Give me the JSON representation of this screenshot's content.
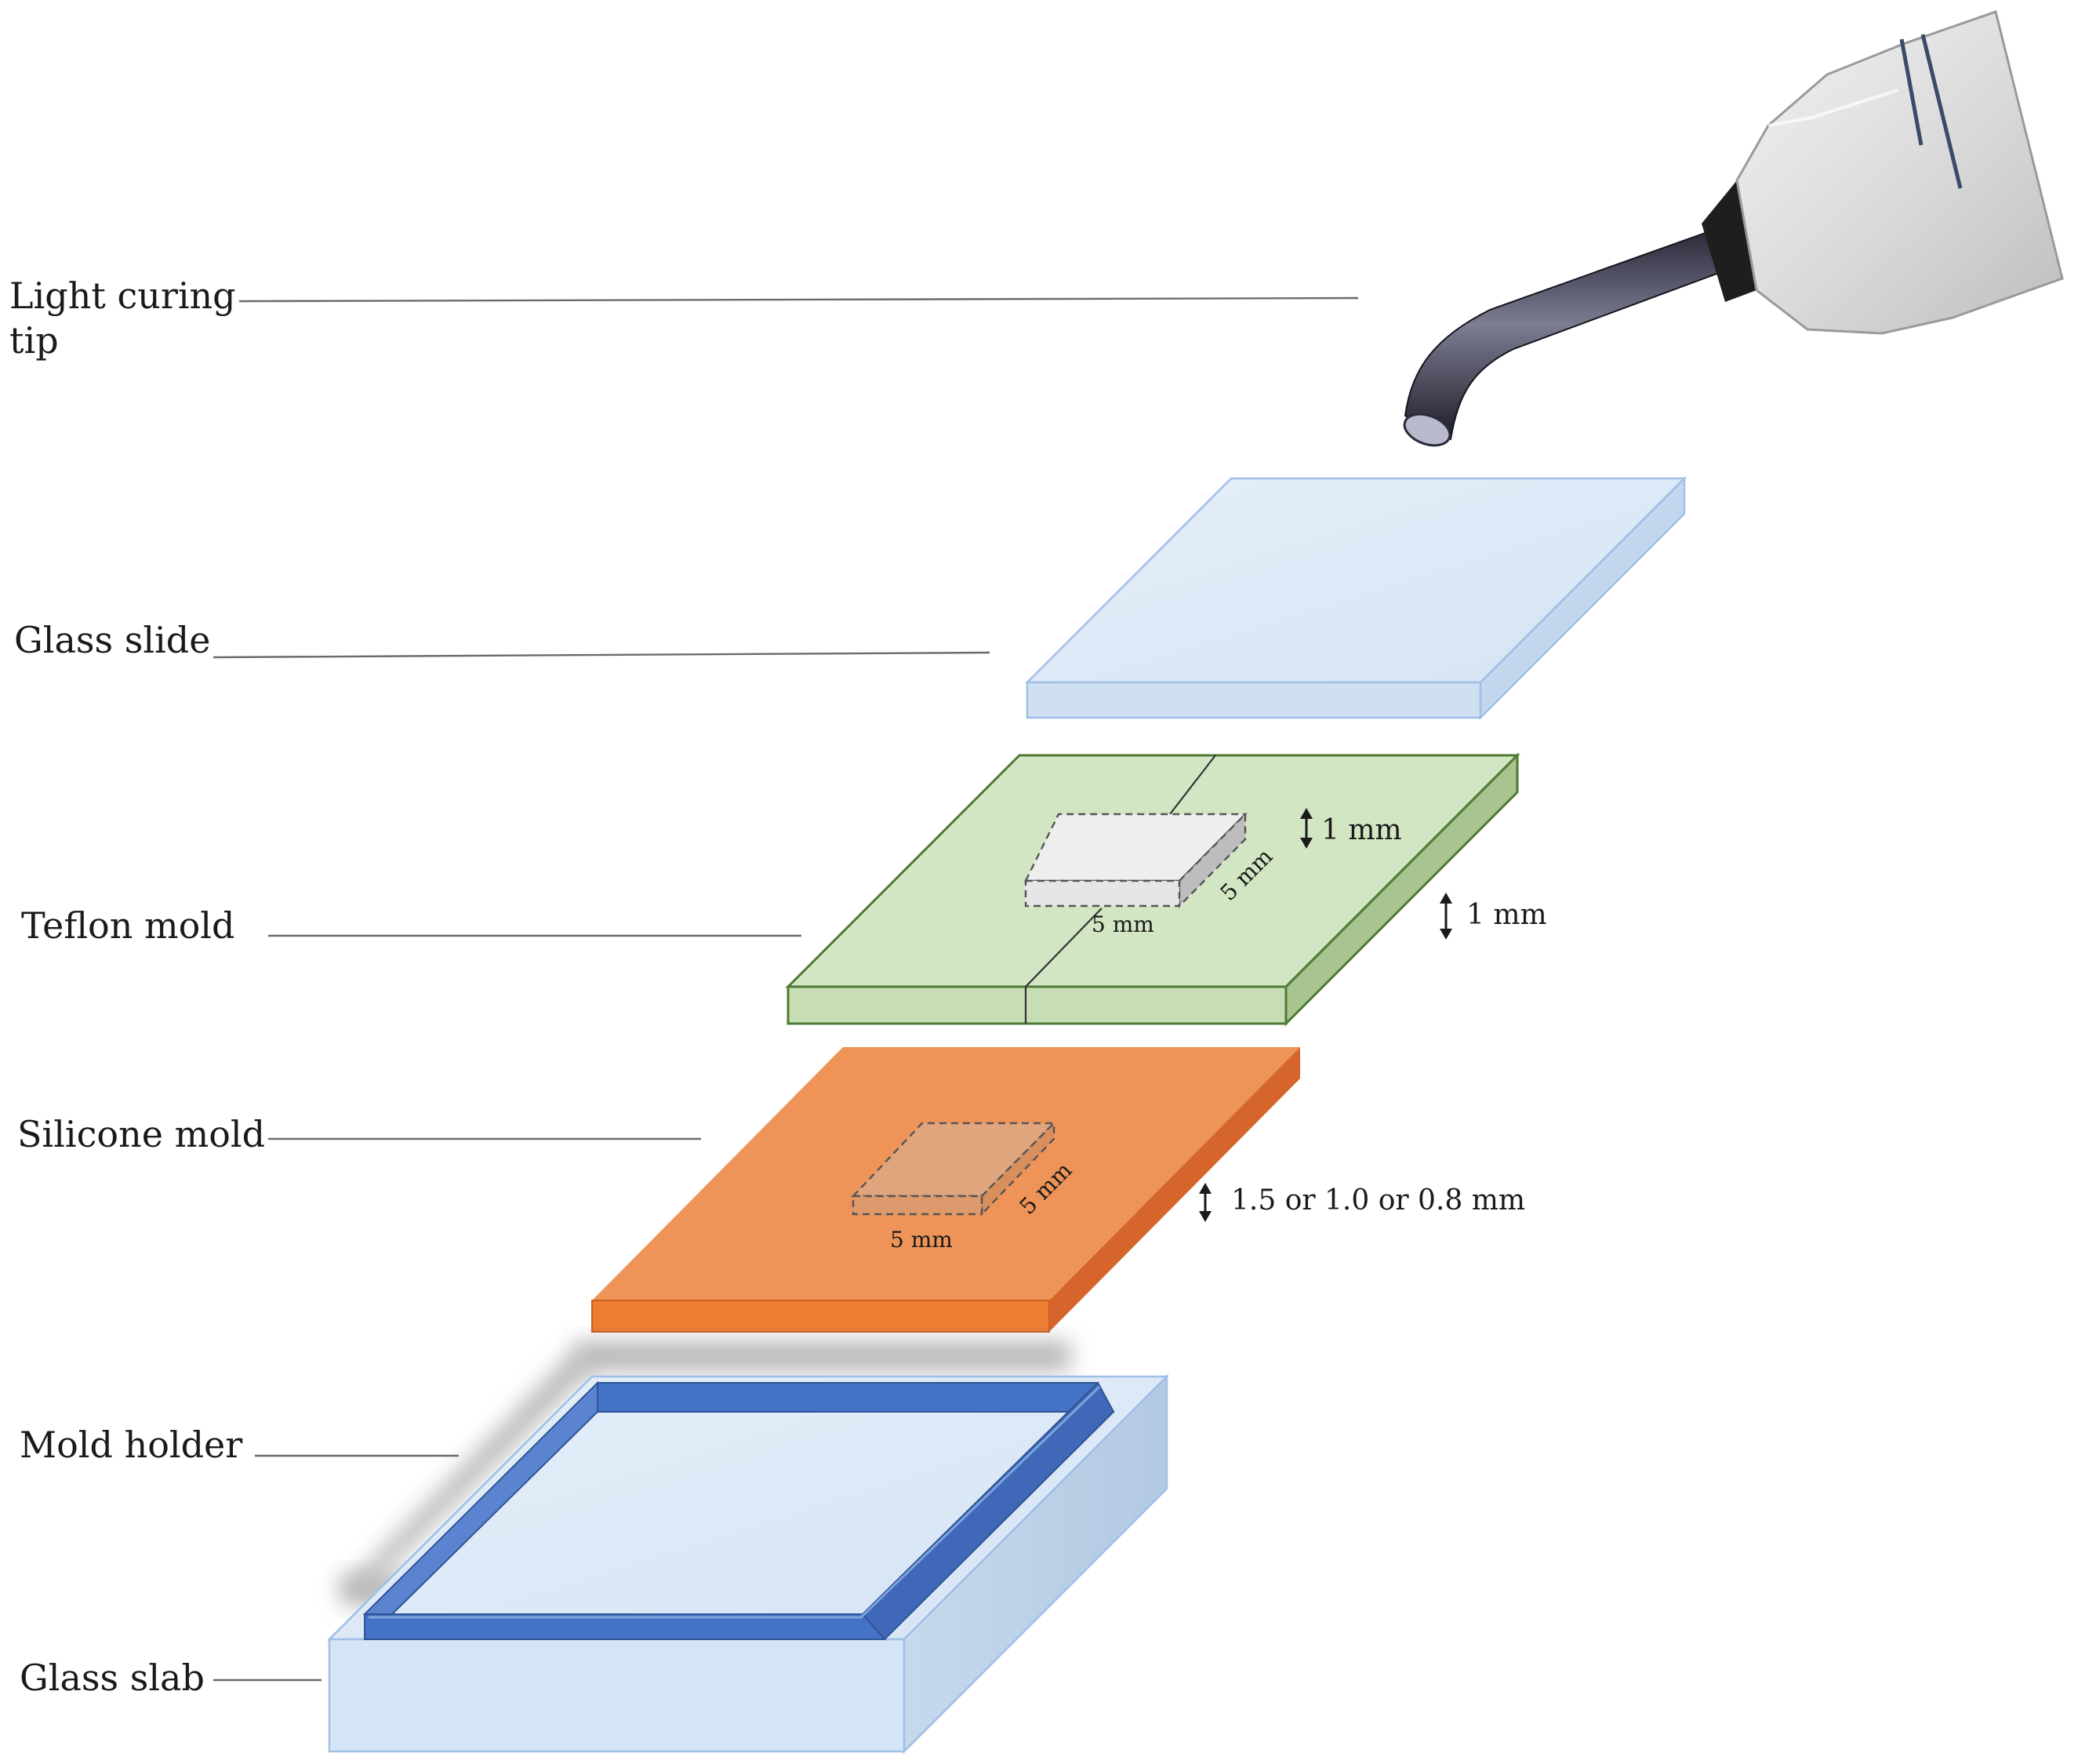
{
  "labels": {
    "light_curing_tip_line1": "Light curing",
    "light_curing_tip_line2": "tip",
    "glass_slide": "Glass slide",
    "teflon_mold": "Teflon mold",
    "silicone_mold": "Silicone mold",
    "mold_holder": "Mold holder",
    "glass_slab": "Glass slab"
  },
  "dimensions": {
    "teflon_cavity_thickness": "1 mm",
    "teflon_thickness": "1 mm",
    "teflon_cavity_width": "5 mm",
    "teflon_cavity_depth": "5 mm",
    "silicone_thickness": "1.5 or 1.0 or 0.8 mm",
    "silicone_cavity_width": "5 mm",
    "silicone_cavity_depth": "5 mm"
  },
  "colors": {
    "glass": "#dbe8f7",
    "glass_edge": "#9fbfe6",
    "teflon_top": "#d3e6c4",
    "teflon_side": "#bcd6a8",
    "teflon_edge": "#4e7a33",
    "silicone_top": "#ee9459",
    "silicone_front": "#ed7d31",
    "silicone_side": "#d5652a",
    "holder_blue": "#4472c4",
    "cavity_white": "#eeeeee",
    "cavity_orange": "#e0a57c"
  }
}
